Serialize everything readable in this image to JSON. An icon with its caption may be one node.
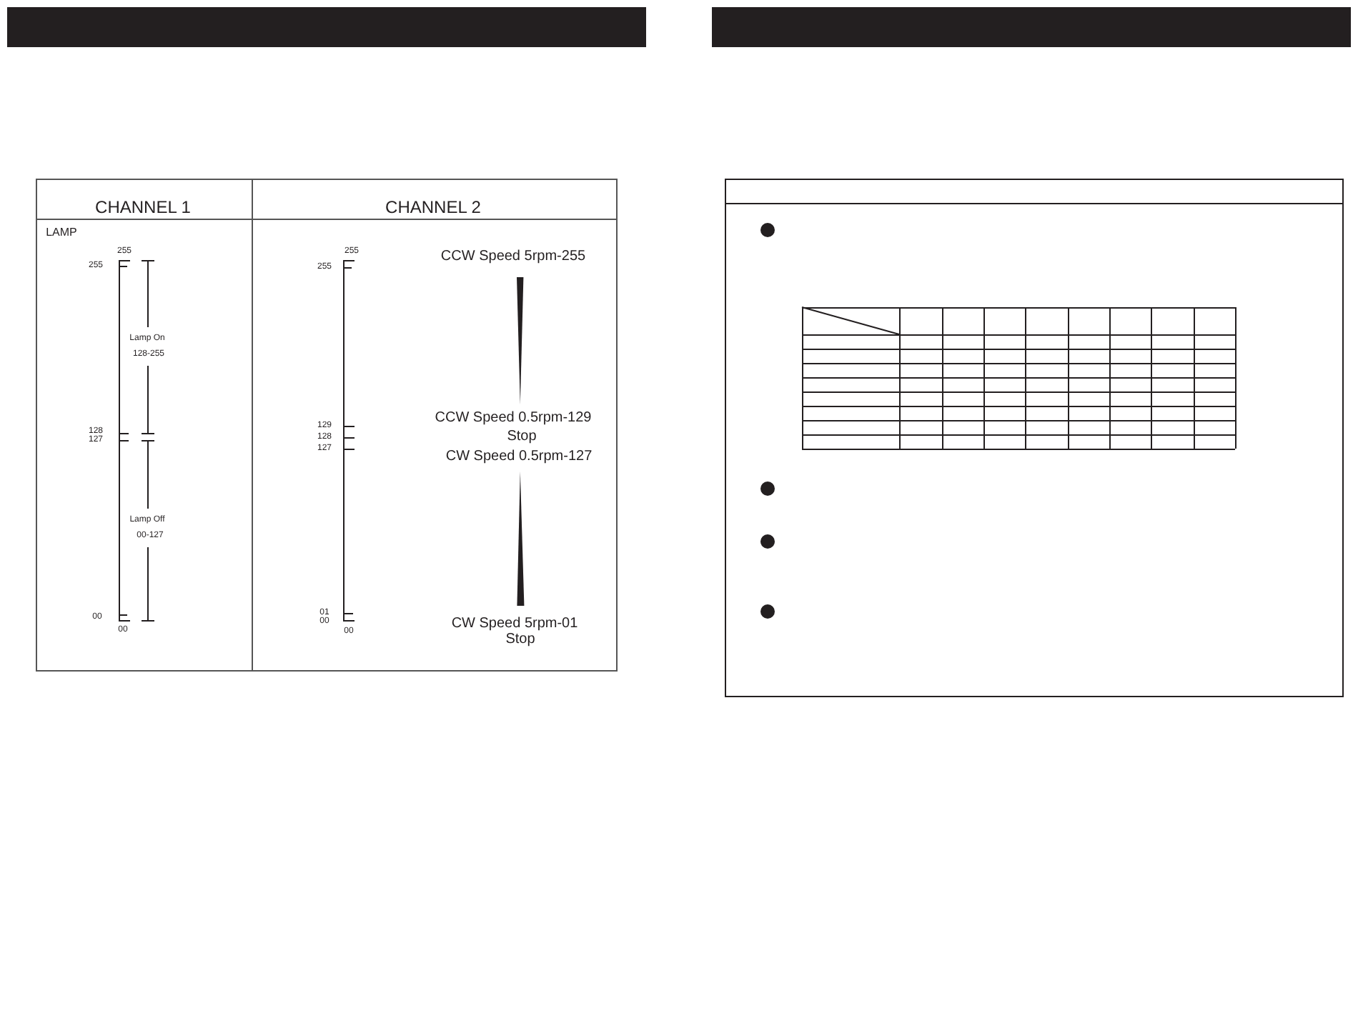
{
  "diagram": {
    "labels": [
      "CHANNEL 1",
      "CHANNEL 2",
      "LAMP",
      "255",
      "255",
      "Lamp On",
      "128-255",
      "128",
      "127",
      "Lamp Off",
      "00-127",
      "00",
      "00",
      "255",
      "255",
      "CCW Speed 5rpm-255",
      "129",
      "128",
      "127",
      "CCW Speed 0.5rpm-129",
      "Stop",
      "CW Speed 0.5rpm-127",
      "01",
      "00",
      "00",
      "CW Speed 5rpm-01",
      "Stop"
    ]
  }
}
